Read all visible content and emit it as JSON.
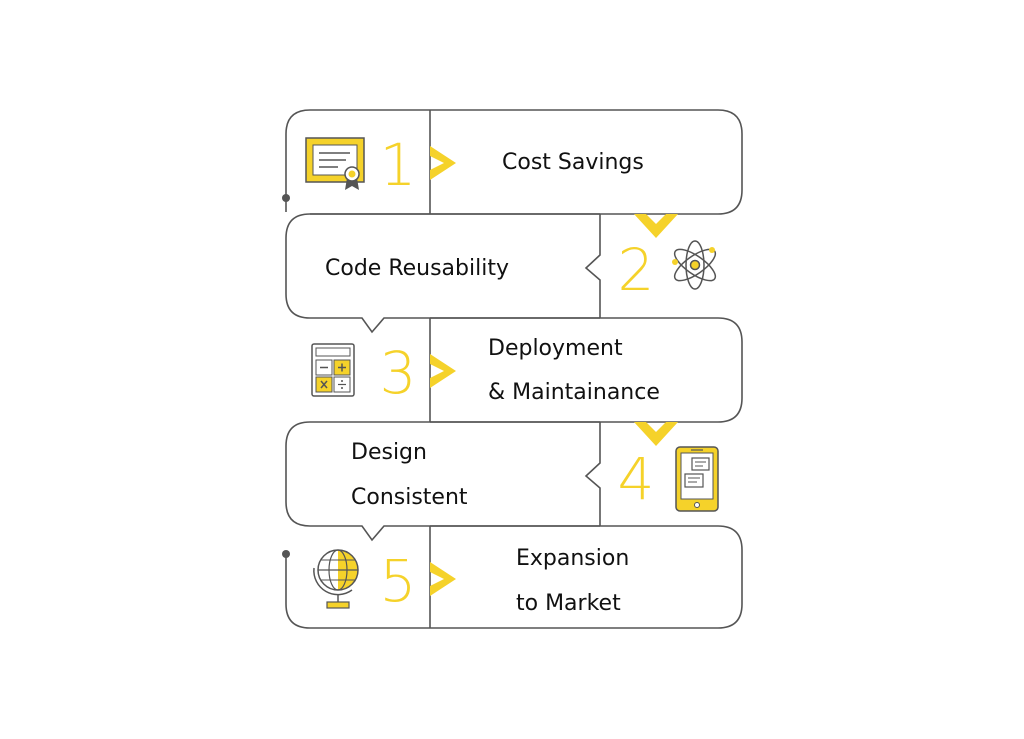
{
  "colors": {
    "accent": "#F5D22A",
    "outline": "#555555",
    "text": "#111111",
    "background": "#FFFFFF"
  },
  "steps": [
    {
      "number": "1",
      "label_lines": [
        "Cost Savings"
      ],
      "icon": "certificate-icon"
    },
    {
      "number": "2",
      "label_lines": [
        "Code Reusability"
      ],
      "icon": "atom-icon"
    },
    {
      "number": "3",
      "label_lines": [
        "Deployment",
        "& Maintainance"
      ],
      "icon": "calculator-icon"
    },
    {
      "number": "4",
      "label_lines": [
        "Design",
        "Consistent"
      ],
      "icon": "mobile-chat-icon"
    },
    {
      "number": "5",
      "label_lines": [
        "Expansion",
        "to Market"
      ],
      "icon": "globe-icon"
    }
  ]
}
